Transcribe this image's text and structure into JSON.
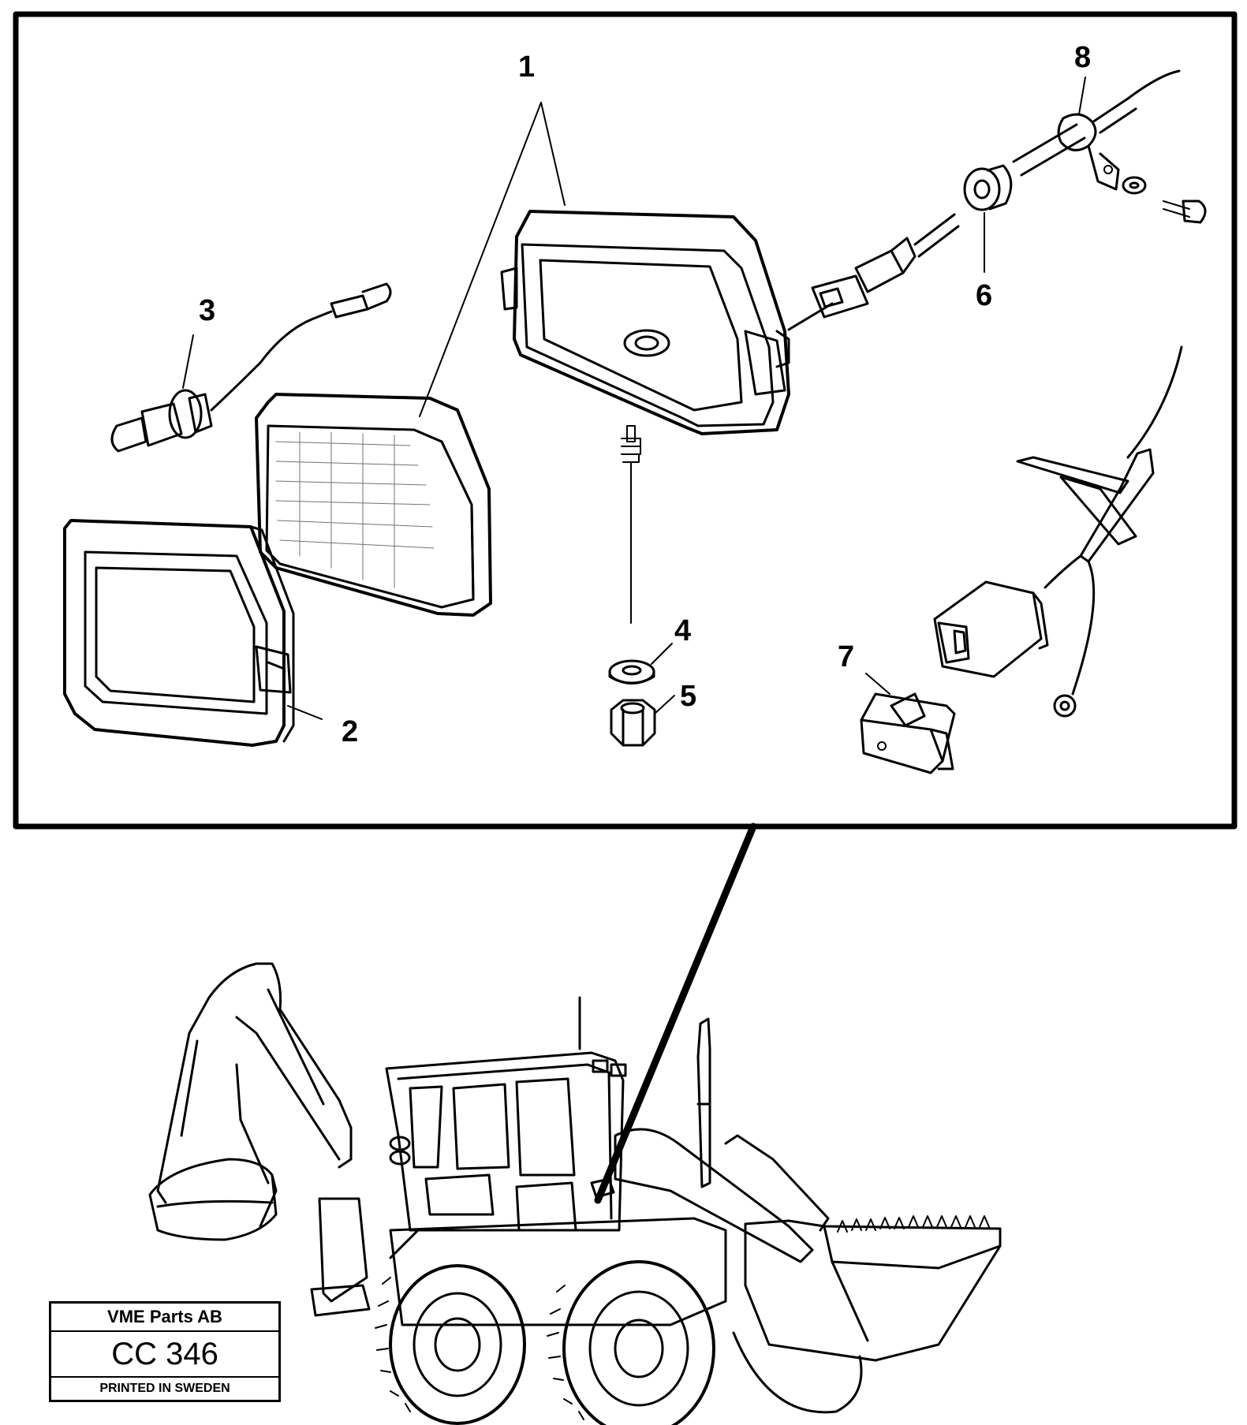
{
  "callouts": [
    "1",
    "2",
    "3",
    "4",
    "5",
    "6",
    "7",
    "8"
  ],
  "title_block": {
    "company": "VME Parts AB",
    "code": "CC 346",
    "printed": "PRINTED IN SWEDEN"
  },
  "colors": {
    "line": "#000000",
    "background": "#ffffff"
  }
}
